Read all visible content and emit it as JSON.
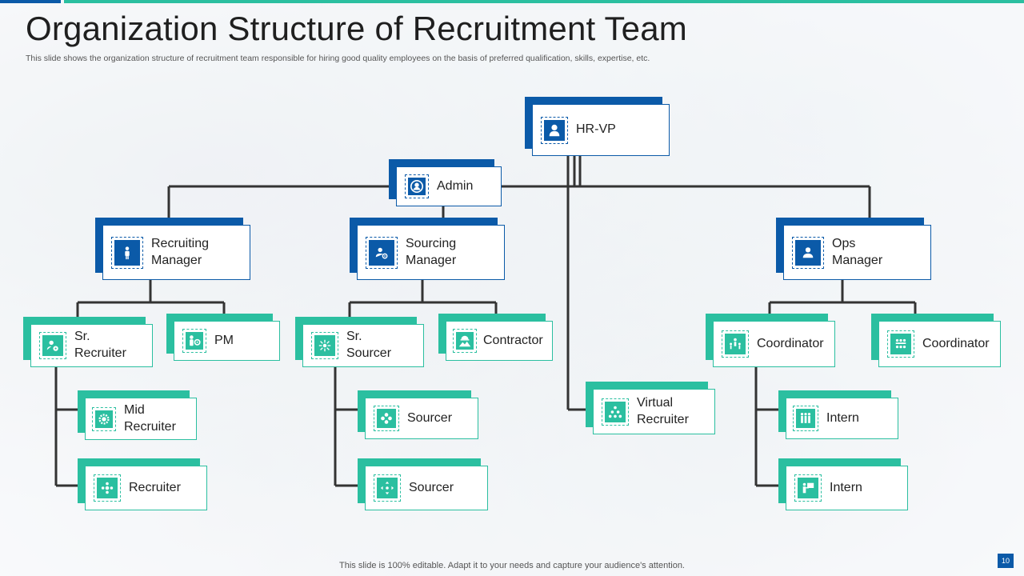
{
  "header": {
    "title": "Organization Structure of Recruitment Team",
    "subtitle": "This slide shows the organization structure of recruitment team responsible for hiring good quality employees on the basis of preferred qualification, skills, expertise, etc."
  },
  "footer": {
    "note": "This slide is 100% editable. Adapt it to your needs and capture your audience's attention.",
    "page_number": "10"
  },
  "colors": {
    "blue": "#0b5aa8",
    "teal": "#2bbfa0"
  },
  "org": {
    "hr_vp": {
      "label": "HR-VP",
      "icon": "person-icon"
    },
    "admin": {
      "label": "Admin",
      "icon": "user-circle-icon"
    },
    "recruiting_manager": {
      "label": "Recruiting\nManager",
      "icon": "person-standing-icon"
    },
    "sourcing_manager": {
      "label": "Sourcing\nManager",
      "icon": "user-gear-icon"
    },
    "ops_manager": {
      "label": "Ops\nManager",
      "icon": "person-icon"
    },
    "sr_recruiter": {
      "label": "Sr.\nRecruiter",
      "icon": "user-settings-icon"
    },
    "pm": {
      "label": "PM",
      "icon": "person-gear-icon"
    },
    "mid_recruiter": {
      "label": "Mid\nRecruiter",
      "icon": "gear-icon"
    },
    "recruiter": {
      "label": "Recruiter",
      "icon": "network-icon"
    },
    "sr_sourcer": {
      "label": "Sr.\nSourcer",
      "icon": "hub-icon"
    },
    "contractor": {
      "label": "Contractor",
      "icon": "worker-icon"
    },
    "sourcer_1": {
      "label": "Sourcer",
      "icon": "flower-gear-icon"
    },
    "sourcer_2": {
      "label": "Sourcer",
      "icon": "arrows-icon"
    },
    "virtual_recruiter": {
      "label": "Virtual\nRecruiter",
      "icon": "pyramid-icon"
    },
    "coordinator_1": {
      "label": "Coordinator",
      "icon": "team-icon"
    },
    "coordinator_2": {
      "label": "Coordinator",
      "icon": "group-icon"
    },
    "intern_1": {
      "label": "Intern",
      "icon": "people-icon"
    },
    "intern_2": {
      "label": "Intern",
      "icon": "presenter-icon"
    }
  }
}
